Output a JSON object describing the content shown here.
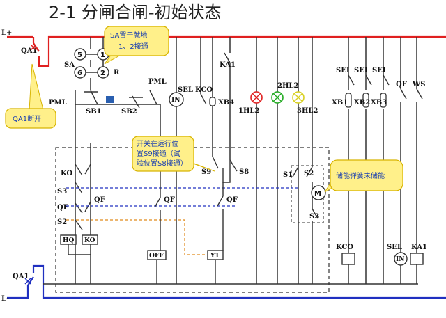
{
  "title": "2-1    分闸合闸-初始状态",
  "bus": {
    "top": "L+",
    "bottom": "L-"
  },
  "labels": {
    "qa1_top": "QA1",
    "qa1_bottom": "QA1",
    "sa": "SA",
    "r": "R",
    "sa_c5": "5",
    "sa_c6": "6",
    "sa_c1": "1",
    "sa_c2": "2",
    "pml_left": "PML",
    "pml_right": "PML",
    "sb1": "SB1",
    "sb2": "SB2",
    "sel_lamp": "SEL",
    "kco_top": "KCO",
    "ka1_top": "KA1",
    "xb4": "XB4",
    "in_lamp": "IN",
    "hl1": "1HL2",
    "hl2": "2HL2",
    "hl3": "3HL2",
    "ko_contact": "KO",
    "s3": "S3",
    "qf_left": "QF",
    "s2_left": "S2",
    "qf_c1": "QF",
    "qf_c2": "QF",
    "qf_c3": "QF",
    "s9": "S9",
    "s8": "S8",
    "s1": "S1",
    "s2_right": "S2",
    "s3_right": "S3",
    "motor": "M",
    "coil_hq": "HQ",
    "coil_ko": "KO",
    "coil_off": "OFF",
    "coil_y1": "Y1",
    "sel_r1": "SEL",
    "sel_r2": "SEL",
    "sel_r3": "SEL",
    "xb1": "XB1",
    "xb2": "XB2",
    "xb3": "XB3",
    "qf_right": "QF",
    "ws": "WS",
    "kco_bottom": "KCO",
    "sel_bottom": "SEL",
    "in_bottom": "IN",
    "ka1_bottom": "KA1"
  },
  "callouts": {
    "sa": [
      "SA置于就地",
      "1、2接通"
    ],
    "qa1": "QA1断开",
    "s9": [
      "开关在运行位",
      "置S9接通（试",
      "验位置S8接通）"
    ],
    "spring": "储能弹簧未储能"
  },
  "colors": {
    "red": "#e02020",
    "blue": "#2030c0",
    "wire": "#333333",
    "green": "#22aa22",
    "yellow": "#d8d020",
    "orange": "#e08a1a",
    "callout_bg": "#fff08a",
    "callout_border": "#d8b400"
  }
}
